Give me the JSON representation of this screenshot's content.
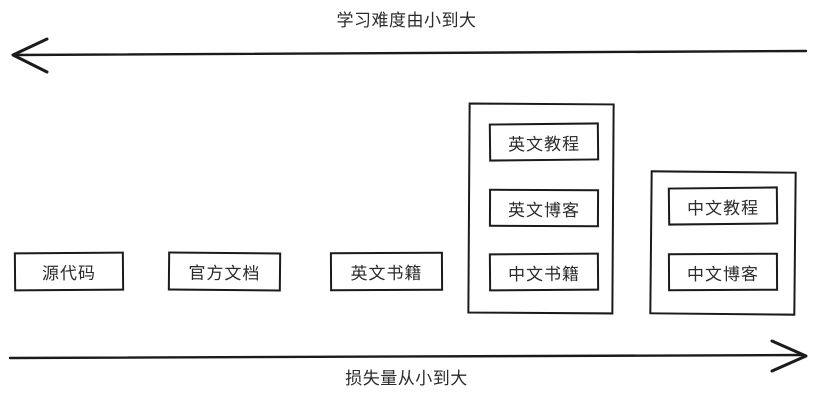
{
  "diagram": {
    "top_axis": {
      "label": "学习难度由小到大",
      "direction": "left"
    },
    "bottom_axis": {
      "label": "损失量从小到大",
      "direction": "right"
    },
    "standalone_nodes": [
      {
        "label": "源代码"
      },
      {
        "label": "官方文档"
      },
      {
        "label": "英文书籍"
      }
    ],
    "groups": [
      {
        "name": "group-tall",
        "items": [
          {
            "label": "英文教程"
          },
          {
            "label": "英文博客"
          },
          {
            "label": "中文书籍"
          }
        ]
      },
      {
        "name": "group-short",
        "items": [
          {
            "label": "中文教程"
          },
          {
            "label": "中文博客"
          }
        ]
      }
    ],
    "colors": {
      "stroke": "#1b1b1b",
      "text": "#2b2b2b",
      "background": "#ffffff"
    }
  }
}
